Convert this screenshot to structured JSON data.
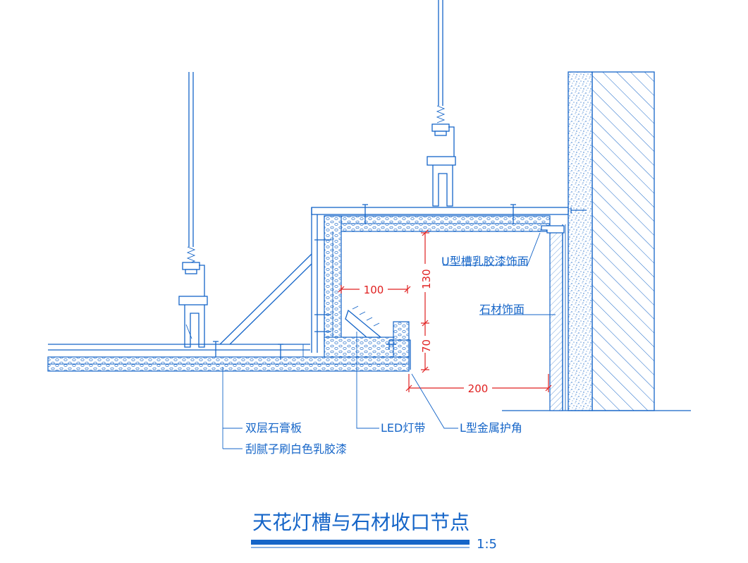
{
  "drawing": {
    "title": "天花灯槽与石材收口节点",
    "scale": "1:5",
    "labels": {
      "u_channel": "U型槽乳胶漆饰面",
      "stone": "石材饰面",
      "gypsum": "双层石膏板",
      "putty": "刮腻子刷白色乳胶漆",
      "led": "LED灯带",
      "l_corner": "L型金属护角"
    },
    "dimensions": {
      "d100": "100",
      "d130": "130",
      "d70": "70",
      "d200": "200"
    }
  },
  "colors": {
    "line": "#1565c8",
    "dimension": "#e02020"
  }
}
